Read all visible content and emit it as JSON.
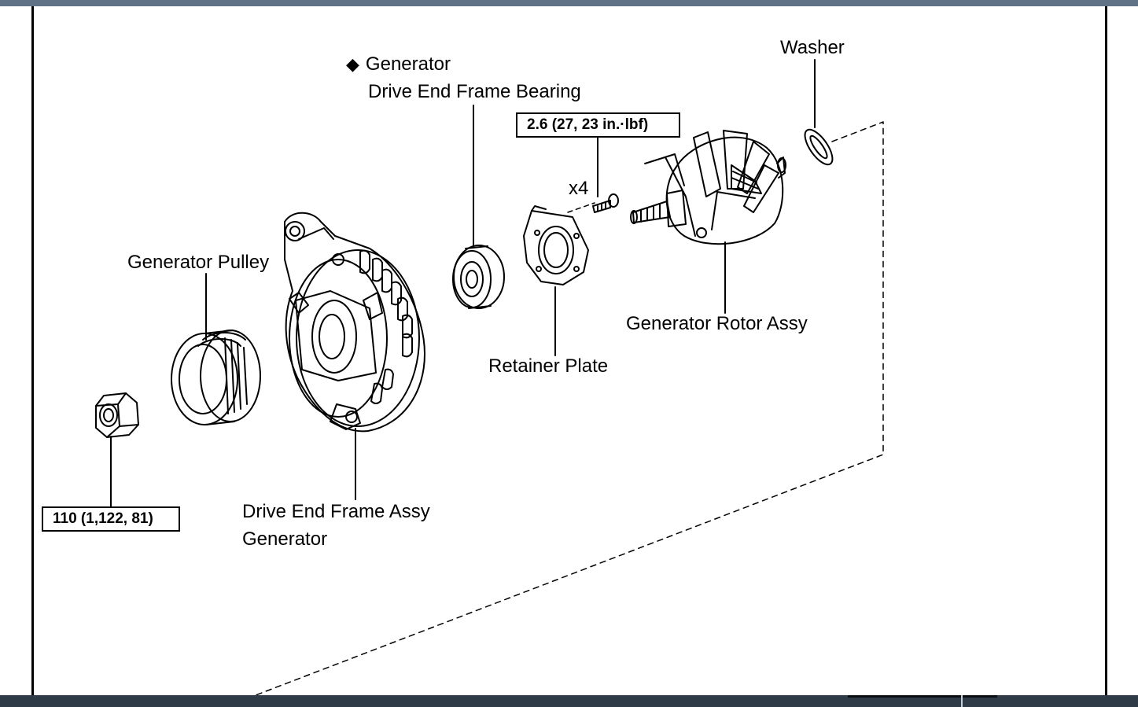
{
  "labels": {
    "washer": "Washer",
    "bearing_line1": "Generator",
    "bearing_line2": "Drive End Frame Bearing",
    "bearing_marker": "◆",
    "qty": "x4",
    "generator_pulley": "Generator Pulley",
    "generator_rotor_assy": "Generator Rotor Assy",
    "retainer_plate": "Retainer Plate",
    "drive_end_frame_line1": "Drive End Frame Assy",
    "drive_end_frame_line2": "Generator"
  },
  "torque_specs": {
    "screw": "2.6 (27, 23 in.·lbf)",
    "nut": "110 (1,122, 81)"
  },
  "colors": {
    "top_bar": "#5f7286",
    "bottom_bar": "#2f3b47",
    "ink": "#000000"
  }
}
